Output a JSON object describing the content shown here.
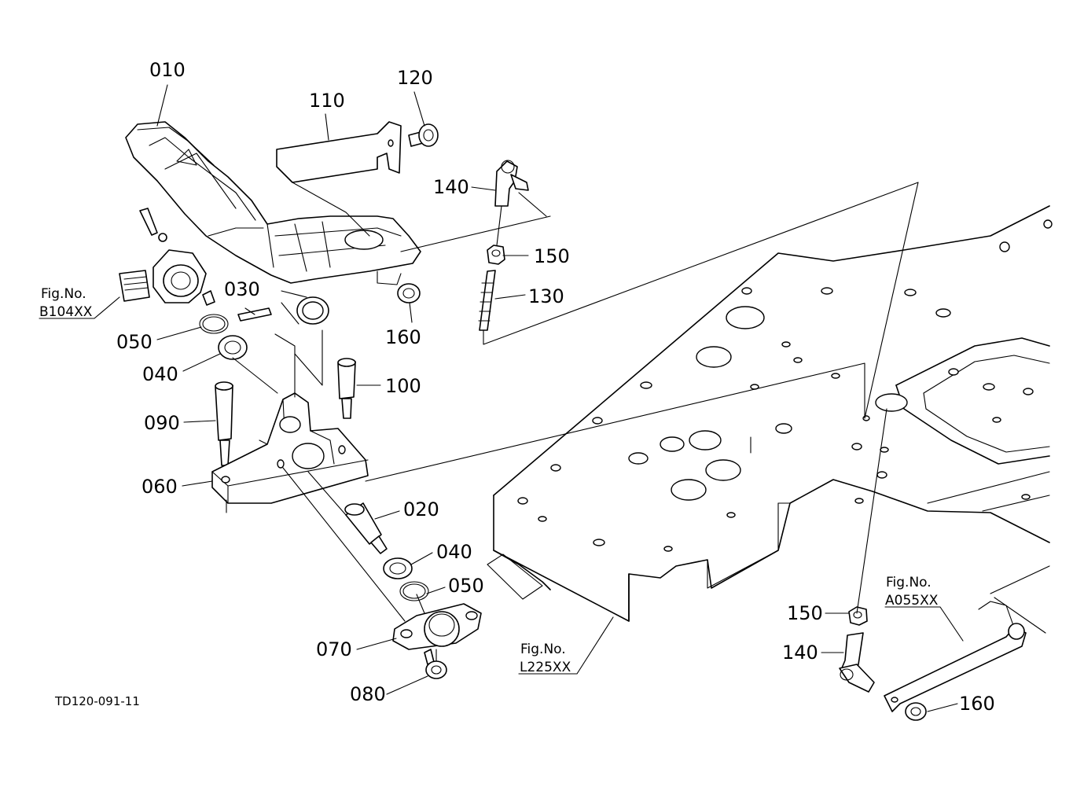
{
  "callouts": {
    "p010": "010",
    "p110": "110",
    "p120": "120",
    "p140a": "140",
    "p150a": "150",
    "p130": "130",
    "p160a": "160",
    "p030": "030",
    "p050a": "050",
    "p040a": "040",
    "p100": "100",
    "p090": "090",
    "p060": "060",
    "p020": "020",
    "p040b": "040",
    "p050b": "050",
    "p070": "070",
    "p080": "080",
    "p150b": "150",
    "p140b": "140",
    "p160b": "160"
  },
  "figrefs": {
    "b104": {
      "line1": "Fig.No.",
      "line2": "B104XX"
    },
    "l225": {
      "line1": "Fig.No.",
      "line2": "L225XX"
    },
    "a055": {
      "line1": "Fig.No.",
      "line2": "A055XX"
    }
  },
  "drawing_code": "TD120-091-11"
}
